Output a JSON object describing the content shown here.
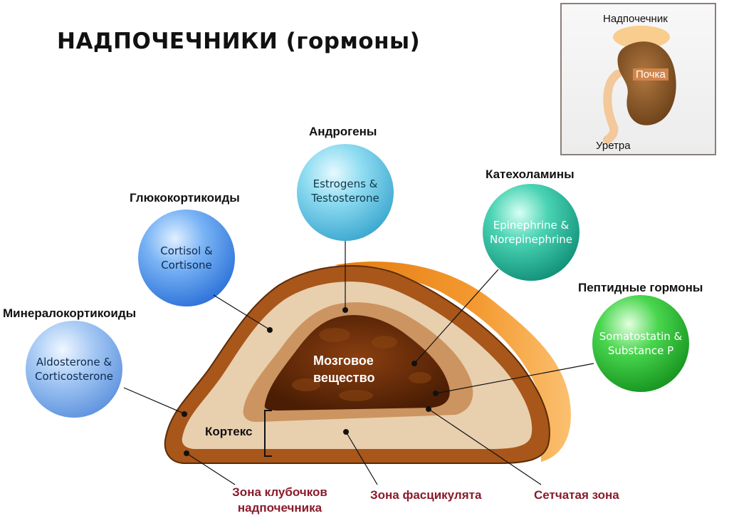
{
  "title": "НАДПОЧЕЧНИКИ (гормоны)",
  "groups": {
    "androgens": {
      "label": "Андрогены",
      "hormones": "Estrogens & Testosterone"
    },
    "glucocorticoids": {
      "label": "Глюкокортикоиды",
      "hormones": "Cortisol & Cortisone"
    },
    "mineralocorticoids": {
      "label": "Минералокортикоиды",
      "hormones": "Aldosterone & Corticosterone"
    },
    "catecholamines": {
      "label": "Катехоламины",
      "hormones": "Epinephrine & Norepinephrine"
    },
    "peptides": {
      "label": "Пептидные гормоны",
      "hormones": "Somatostatin & Substance P"
    }
  },
  "gland": {
    "medulla": "Мозговое вещество",
    "cortex": "Кортекс"
  },
  "zones": {
    "glomerulosa": "Зона клубочков надпочечника",
    "fasciculata": "Зона фасцикулята",
    "reticularis": "Сетчатая зона"
  },
  "inset": {
    "adrenal": "Надпочечник",
    "kidney": "Почка",
    "ureter": "Уретра"
  },
  "colors": {
    "androgens": "#6fd0ea",
    "glucocorticoids": "#5aa0f0",
    "mineralocorticoids": "#8ab9f2",
    "catecholamines": "#2ebfa0",
    "peptides": "#2ec63a",
    "capsule": "#a8561a",
    "cortex": "#e8cfae",
    "medulla": "#6b2e08",
    "zone_label": "#8a1a2a"
  }
}
